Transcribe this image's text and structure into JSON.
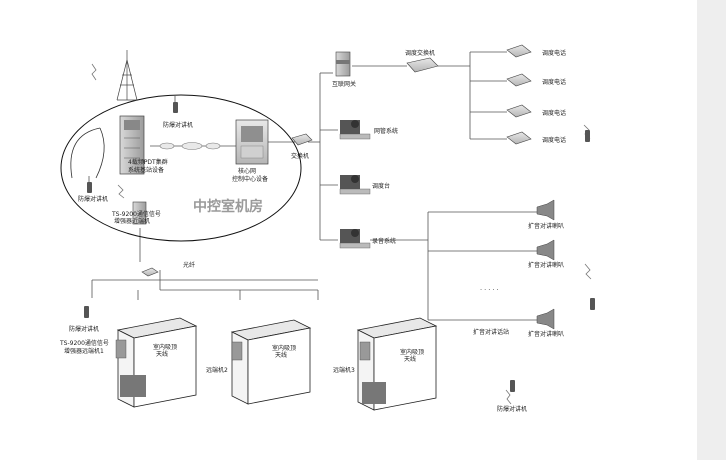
{
  "labels": {
    "core_room": "中控室机房",
    "base_station": "4载频PDT集群\n系统基站设备",
    "core_network": "核心网\n控制中心设备",
    "terminal_1": "防爆对讲机",
    "terminal_2": "防爆对讲机",
    "repeater_small": "TS-9200通信信号\n增强器近端机",
    "switch": "交换机",
    "gateway": "互联网关",
    "dispatch_switch": "调度交换机",
    "phones": [
      "调度电话",
      "调度电话",
      "调度电话",
      "调度电话"
    ],
    "network_mgmt": "网管系统",
    "dispatch_console": "调度台",
    "recording": "录音系统",
    "speakers": [
      "扩音对讲喇叭",
      "扩音对讲喇叭",
      "扩音对讲喇叭"
    ],
    "speaker_network": "扩音对讲话站",
    "fiber": "光纤",
    "terminal_left": "防爆对讲机",
    "remote_1": "TS-9200通信信号\n增强器远端机1",
    "remote_2": "远端机2",
    "remote_3": "远端机3",
    "indoor_antenna_1": "室内吸顶\n天线",
    "indoor_antenna_2": "室内吸顶\n天线",
    "indoor_antenna_3": "室内吸顶\n天线",
    "terminal_bottom": "防爆对讲机",
    "dots": ". . . . ."
  }
}
